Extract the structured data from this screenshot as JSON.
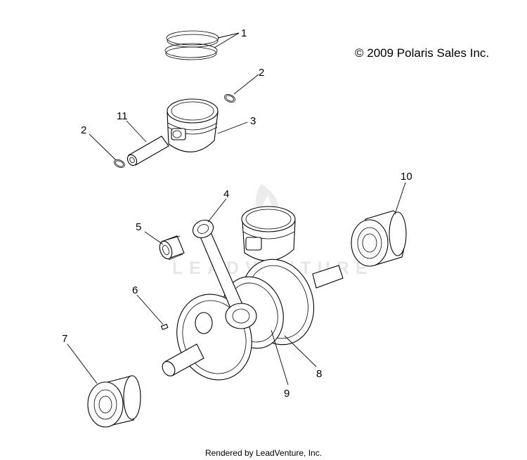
{
  "copyright": "© 2009 Polaris Sales Inc.",
  "footer": "Rendered by LeadVenture, Inc.",
  "watermark": "LEADVENTURE",
  "callouts": [
    {
      "id": "c1",
      "label": "1"
    },
    {
      "id": "c2a",
      "label": "2"
    },
    {
      "id": "c2b",
      "label": "2"
    },
    {
      "id": "c3",
      "label": "3"
    },
    {
      "id": "c11",
      "label": "11"
    },
    {
      "id": "c10",
      "label": "10"
    },
    {
      "id": "c4",
      "label": "4"
    },
    {
      "id": "c5",
      "label": "5"
    },
    {
      "id": "c6",
      "label": "6"
    },
    {
      "id": "c7",
      "label": "7"
    },
    {
      "id": "c8",
      "label": "8"
    },
    {
      "id": "c9",
      "label": "9"
    }
  ]
}
